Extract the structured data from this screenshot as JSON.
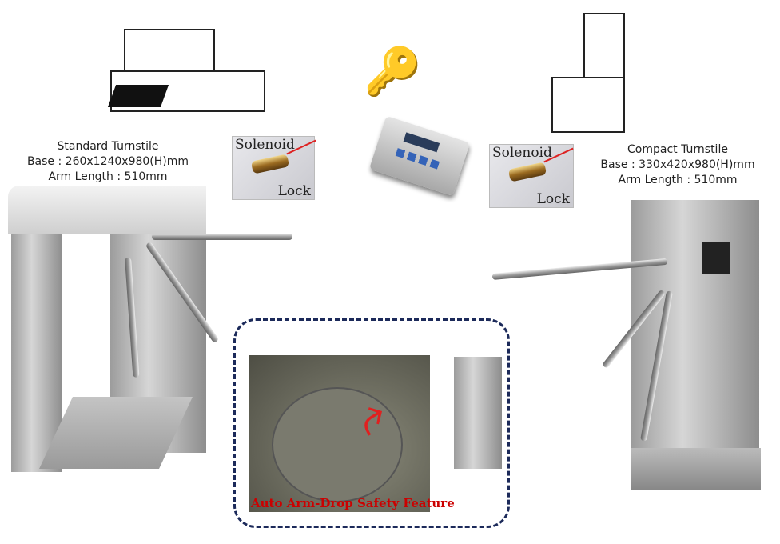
{
  "standard": {
    "title": "Standard  Turnstile",
    "base": "Base : 260x1240x980(H)mm",
    "arm": "Arm Length : 510mm"
  },
  "compact": {
    "title": "Compact Turnstile",
    "base": "Base : 330x420x980(H)mm",
    "arm": "Arm Length : 510mm"
  },
  "solenoid": {
    "word1": "Solenoid",
    "word2": "Lock"
  },
  "caption": "Auto Arm-Drop Safety Feature",
  "colors": {
    "caption": "#cc0000",
    "frame": "#1c2a5a"
  }
}
